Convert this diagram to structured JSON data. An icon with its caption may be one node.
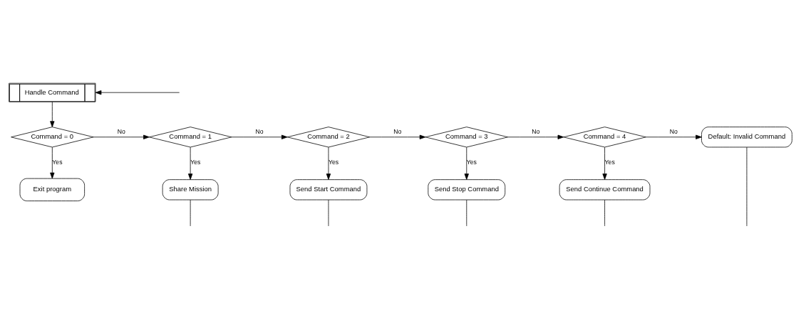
{
  "diagram": {
    "nodes": [
      {
        "text": [
          "Handle Command"
        ]
      },
      {
        "text": [
          "Command = 0"
        ]
      },
      {
        "text": [
          "Command = 1"
        ]
      },
      {
        "text": [
          "Command = 2"
        ]
      },
      {
        "text": [
          "Command = 3"
        ]
      },
      {
        "text": [
          "Command = 4"
        ]
      },
      {
        "text": [
          "Default: Invalid Command"
        ]
      },
      {
        "text": [
          "Exit program"
        ]
      },
      {
        "text": [
          "Share Mission"
        ]
      },
      {
        "text": [
          "Send Start Command"
        ]
      },
      {
        "text": [
          "Send Stop Command"
        ]
      },
      {
        "text": [
          "Send Continue Command"
        ]
      }
    ],
    "edges": [
      {
        "from": null,
        "to": 0,
        "arrow": "to"
      },
      {
        "from": 0,
        "to": 1,
        "arrow": "to"
      },
      {
        "from": 1,
        "to": 2,
        "arrow": "to",
        "label": "No"
      },
      {
        "from": 2,
        "to": 3,
        "arrow": "to",
        "label": "No"
      },
      {
        "from": 3,
        "to": 4,
        "arrow": "to",
        "label": "No"
      },
      {
        "from": 4,
        "to": 5,
        "arrow": "to",
        "label": "No"
      },
      {
        "from": 5,
        "to": 6,
        "arrow": "to",
        "label": "No"
      },
      {
        "from": 1,
        "to": 7,
        "arrow": "to",
        "label": "Yes"
      },
      {
        "from": 2,
        "to": 8,
        "arrow": "to",
        "label": "Yes"
      },
      {
        "from": 3,
        "to": 9,
        "arrow": "to",
        "label": "Yes"
      },
      {
        "from": 4,
        "to": 10,
        "arrow": "to",
        "label": "Yes"
      },
      {
        "from": 5,
        "to": 11,
        "arrow": "to",
        "label": "Yes"
      },
      {
        "from": 8,
        "to": null,
        "arrow": "none"
      },
      {
        "from": 9,
        "to": null,
        "arrow": "none"
      },
      {
        "from": 10,
        "to": null,
        "arrow": "none"
      },
      {
        "from": 11,
        "to": null,
        "arrow": "none"
      },
      {
        "from": 6,
        "to": null,
        "arrow": "none"
      }
    ]
  }
}
